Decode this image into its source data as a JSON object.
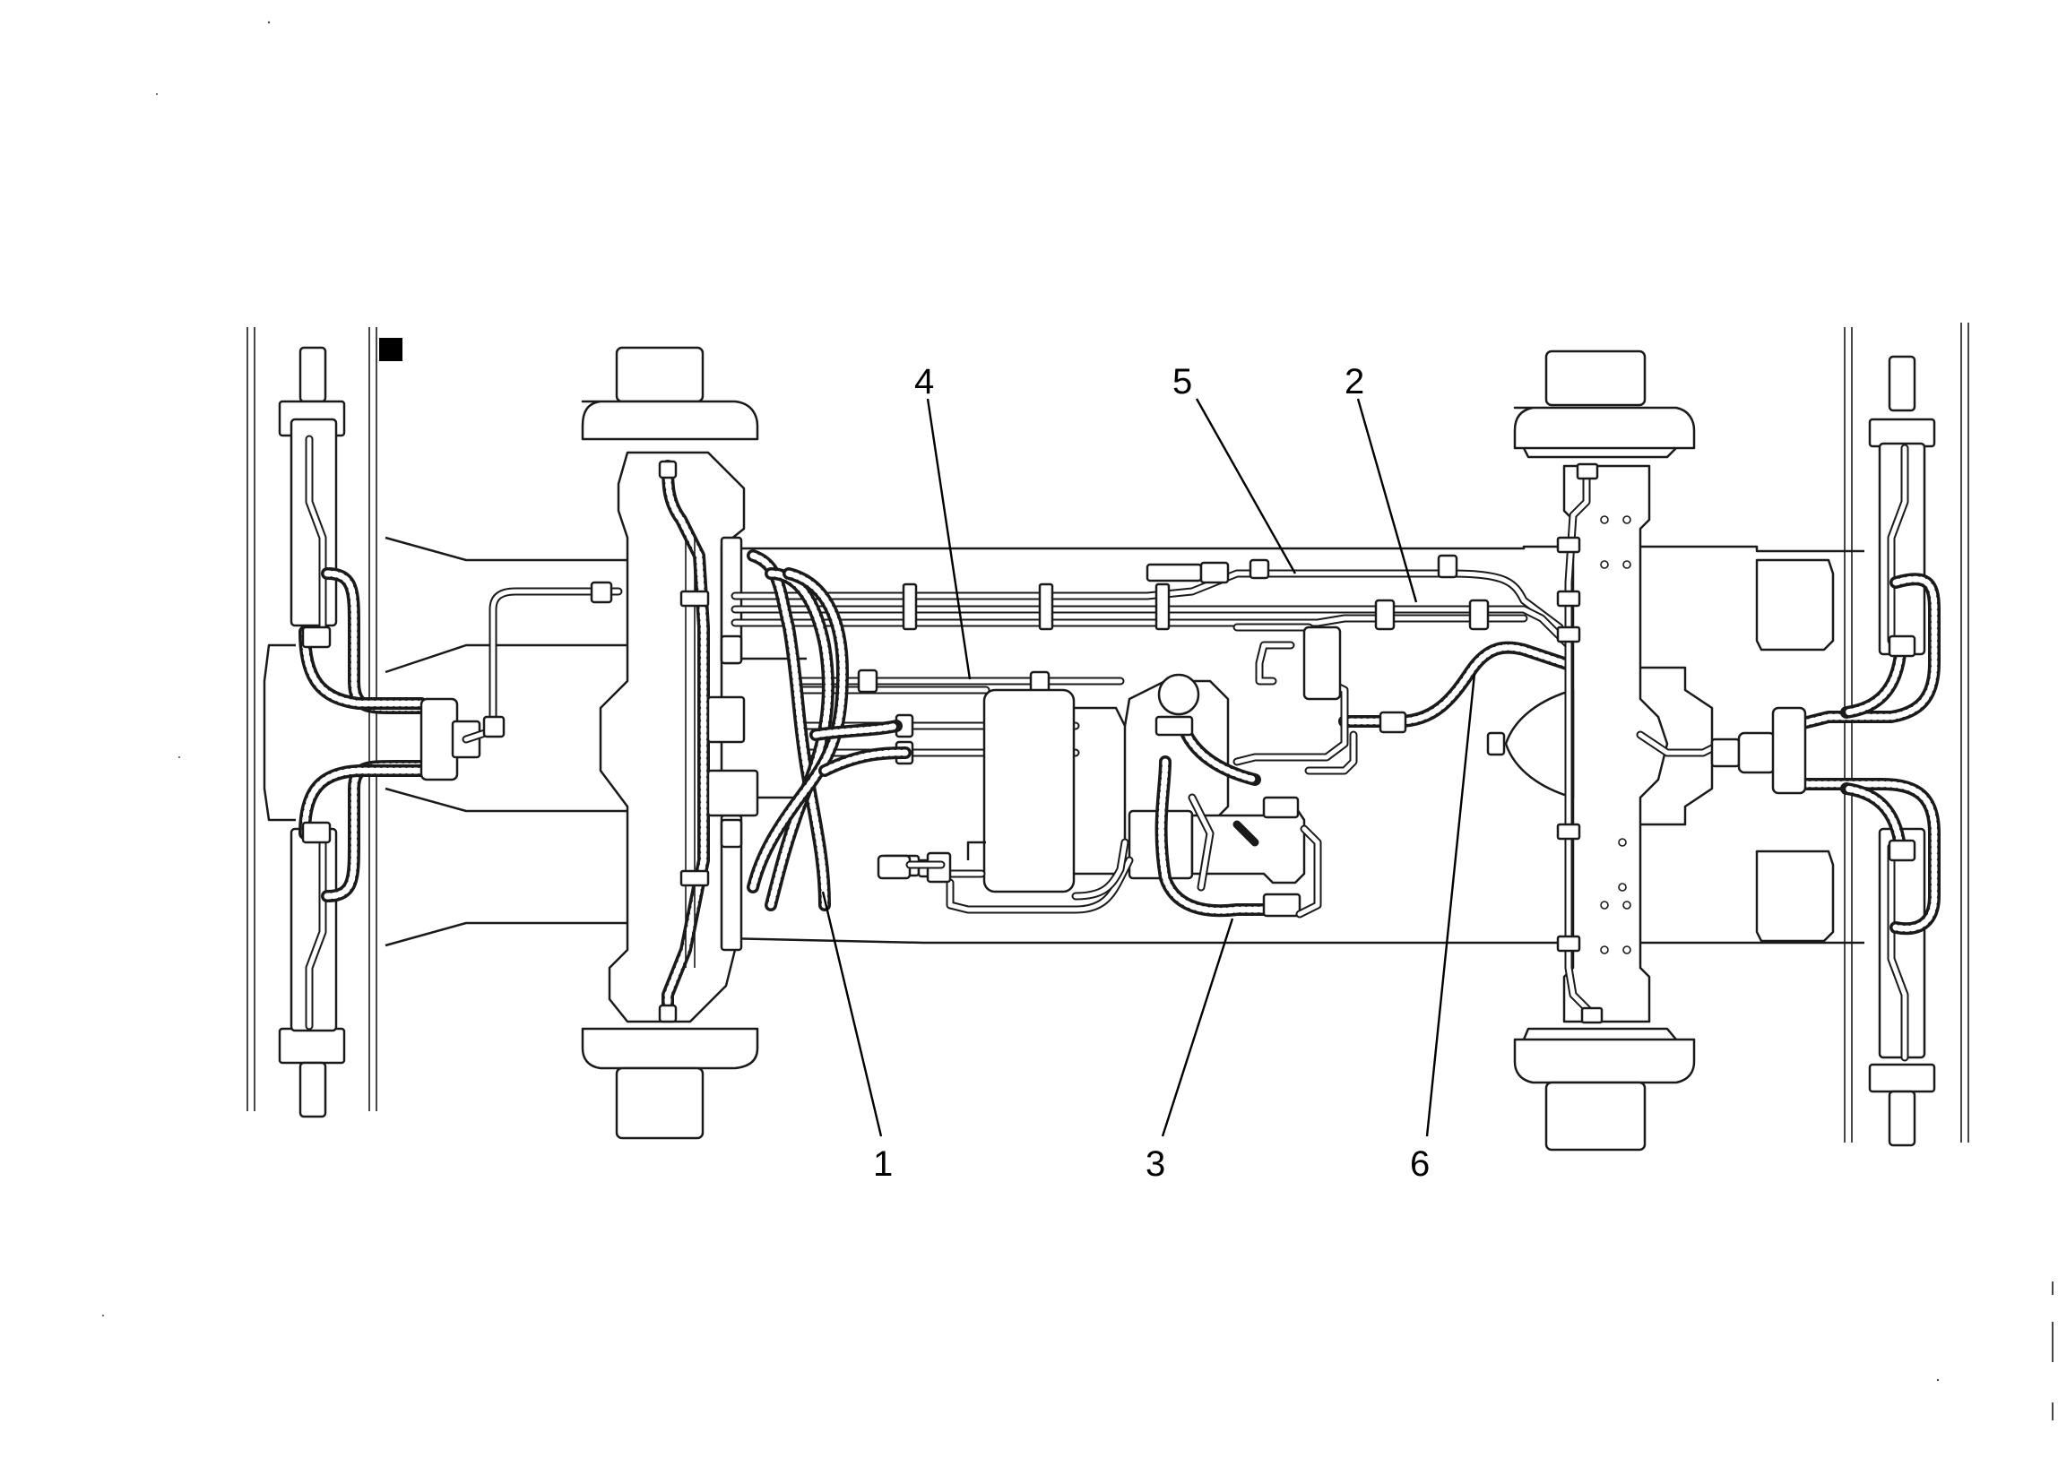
{
  "callouts": [
    {
      "id": "1",
      "label": "1"
    },
    {
      "id": "2",
      "label": "2"
    },
    {
      "id": "3",
      "label": "3"
    },
    {
      "id": "4",
      "label": "4"
    },
    {
      "id": "5",
      "label": "5"
    },
    {
      "id": "6",
      "label": "6"
    }
  ],
  "colors": {
    "line": "#1a1a1a",
    "background": "#ffffff",
    "marker": "#000000"
  }
}
